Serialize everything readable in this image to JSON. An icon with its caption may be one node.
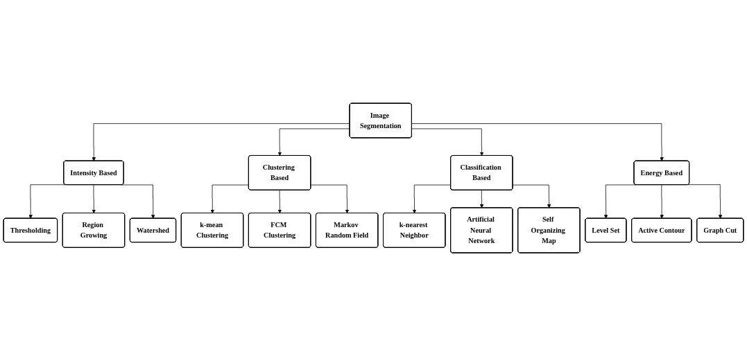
{
  "diagram": {
    "nodes": [
      {
        "text": [
          "Image Segmentation"
        ]
      },
      {
        "text": [
          "Intensity Based"
        ]
      },
      {
        "text": [
          "Clustering Based"
        ]
      },
      {
        "text": [
          "Classification Based"
        ]
      },
      {
        "text": [
          "Energy Based"
        ]
      },
      {
        "text": [
          "Thresholding"
        ]
      },
      {
        "text": [
          "Region Growing"
        ]
      },
      {
        "text": [
          "Watershed"
        ]
      },
      {
        "text": [
          "k-mean Clustering"
        ]
      },
      {
        "text": [
          "FCM Clustering"
        ]
      },
      {
        "text": [
          "Markov Random Field"
        ]
      },
      {
        "text": [
          "k-nearest Neighbor"
        ]
      },
      {
        "text": [
          "Artificial Neural Network"
        ]
      },
      {
        "text": [
          "Self Organizing Map"
        ]
      },
      {
        "text": [
          "Level Set"
        ]
      },
      {
        "text": [
          "Active Contour"
        ]
      },
      {
        "text": [
          "Graph Cut"
        ]
      }
    ],
    "edges": [
      {
        "from": 0,
        "to": 1,
        "arrow": "to"
      },
      {
        "from": 0,
        "to": 2,
        "arrow": "to"
      },
      {
        "from": 0,
        "to": 3,
        "arrow": "to"
      },
      {
        "from": 0,
        "to": 4,
        "arrow": "to"
      },
      {
        "from": 1,
        "to": 5,
        "arrow": "to"
      },
      {
        "from": 1,
        "to": 6,
        "arrow": "to"
      },
      {
        "from": 1,
        "to": 7,
        "arrow": "to"
      },
      {
        "from": 2,
        "to": 8,
        "arrow": "to"
      },
      {
        "from": 2,
        "to": 9,
        "arrow": "to"
      },
      {
        "from": 2,
        "to": 10,
        "arrow": "to"
      },
      {
        "from": 3,
        "to": 11,
        "arrow": "to"
      },
      {
        "from": 3,
        "to": 12,
        "arrow": "to"
      },
      {
        "from": 3,
        "to": 13,
        "arrow": "to"
      },
      {
        "from": 4,
        "to": 14,
        "arrow": "to"
      },
      {
        "from": 4,
        "to": 15,
        "arrow": "to"
      },
      {
        "from": 4,
        "to": 16,
        "arrow": "to"
      }
    ]
  }
}
